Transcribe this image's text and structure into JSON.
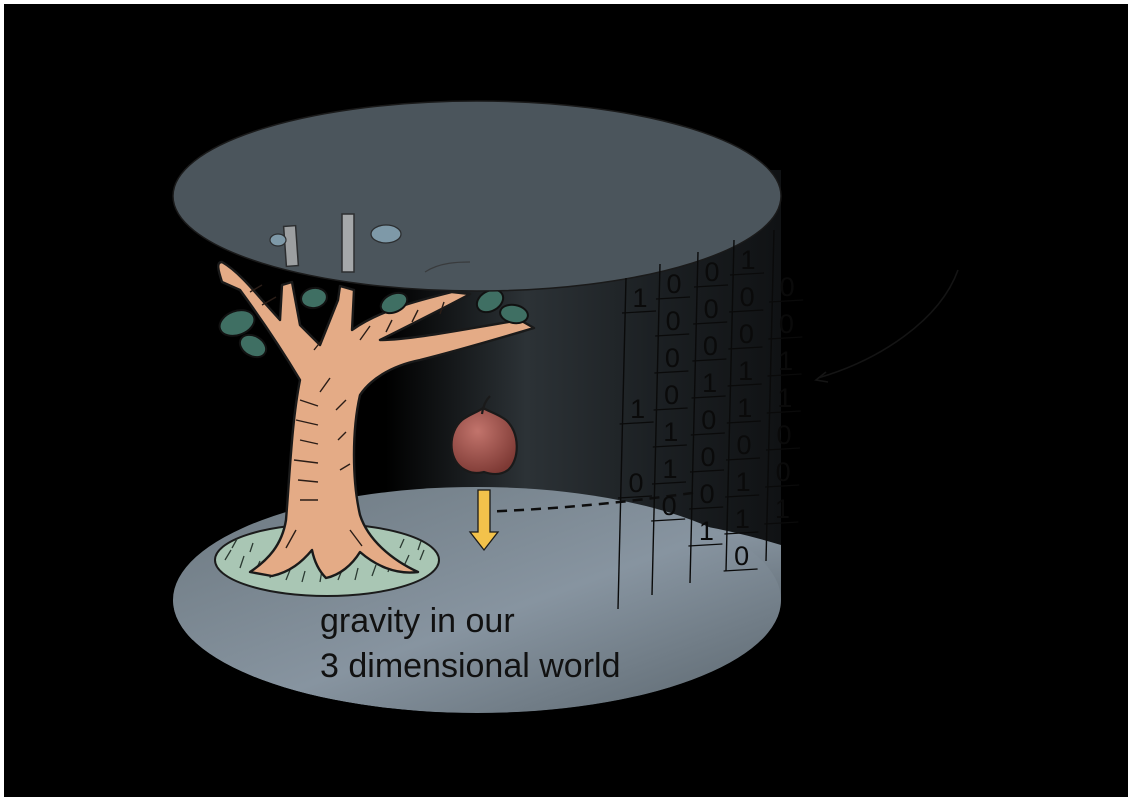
{
  "caption": {
    "line1": "gravity in our",
    "line2": "3 dimensional world"
  },
  "binary_grid": {
    "cells": [
      {
        "col": 0,
        "row": 0,
        "d": "1"
      },
      {
        "col": 1,
        "row": 0,
        "d": "0"
      },
      {
        "col": 2,
        "row": 0,
        "d": "0"
      },
      {
        "col": 3,
        "row": 0,
        "d": "1"
      },
      {
        "col": 1,
        "row": 1,
        "d": "0"
      },
      {
        "col": 2,
        "row": 1,
        "d": "0"
      },
      {
        "col": 3,
        "row": 1,
        "d": "0"
      },
      {
        "col": 4,
        "row": 1,
        "d": "0"
      },
      {
        "col": 1,
        "row": 2,
        "d": "0"
      },
      {
        "col": 2,
        "row": 2,
        "d": "0"
      },
      {
        "col": 3,
        "row": 2,
        "d": "0"
      },
      {
        "col": 4,
        "row": 2,
        "d": "0"
      },
      {
        "col": 0,
        "row": 3,
        "d": "1"
      },
      {
        "col": 1,
        "row": 3,
        "d": "0"
      },
      {
        "col": 2,
        "row": 3,
        "d": "1"
      },
      {
        "col": 3,
        "row": 3,
        "d": "1"
      },
      {
        "col": 4,
        "row": 3,
        "d": "1"
      },
      {
        "col": 1,
        "row": 4,
        "d": "1"
      },
      {
        "col": 2,
        "row": 4,
        "d": "0"
      },
      {
        "col": 3,
        "row": 4,
        "d": "1"
      },
      {
        "col": 4,
        "row": 4,
        "d": "1"
      },
      {
        "col": 0,
        "row": 5,
        "d": "0"
      },
      {
        "col": 1,
        "row": 5,
        "d": "1"
      },
      {
        "col": 2,
        "row": 5,
        "d": "0"
      },
      {
        "col": 3,
        "row": 5,
        "d": "0"
      },
      {
        "col": 4,
        "row": 5,
        "d": "0"
      },
      {
        "col": 1,
        "row": 6,
        "d": "0"
      },
      {
        "col": 2,
        "row": 6,
        "d": "0"
      },
      {
        "col": 3,
        "row": 6,
        "d": "1"
      },
      {
        "col": 4,
        "row": 6,
        "d": "0"
      },
      {
        "col": 2,
        "row": 7,
        "d": "1"
      },
      {
        "col": 3,
        "row": 7,
        "d": "1"
      },
      {
        "col": 4,
        "row": 7,
        "d": "1"
      },
      {
        "col": 3,
        "row": 8,
        "d": "0"
      }
    ]
  },
  "colors": {
    "background": "#000000",
    "cylinder_top": "#4b555c",
    "cylinder_wall": "#1f2326",
    "floor": "#7b8891",
    "tree_trunk": "#e2aa86",
    "leaves": "#3f6f63",
    "grass": "#a8c7b4",
    "apple": "#9b4a45",
    "arrow": "#f3c24b"
  },
  "icons": [
    "tree-icon",
    "apple-icon",
    "down-arrow-icon",
    "curved-arrow-icon"
  ]
}
